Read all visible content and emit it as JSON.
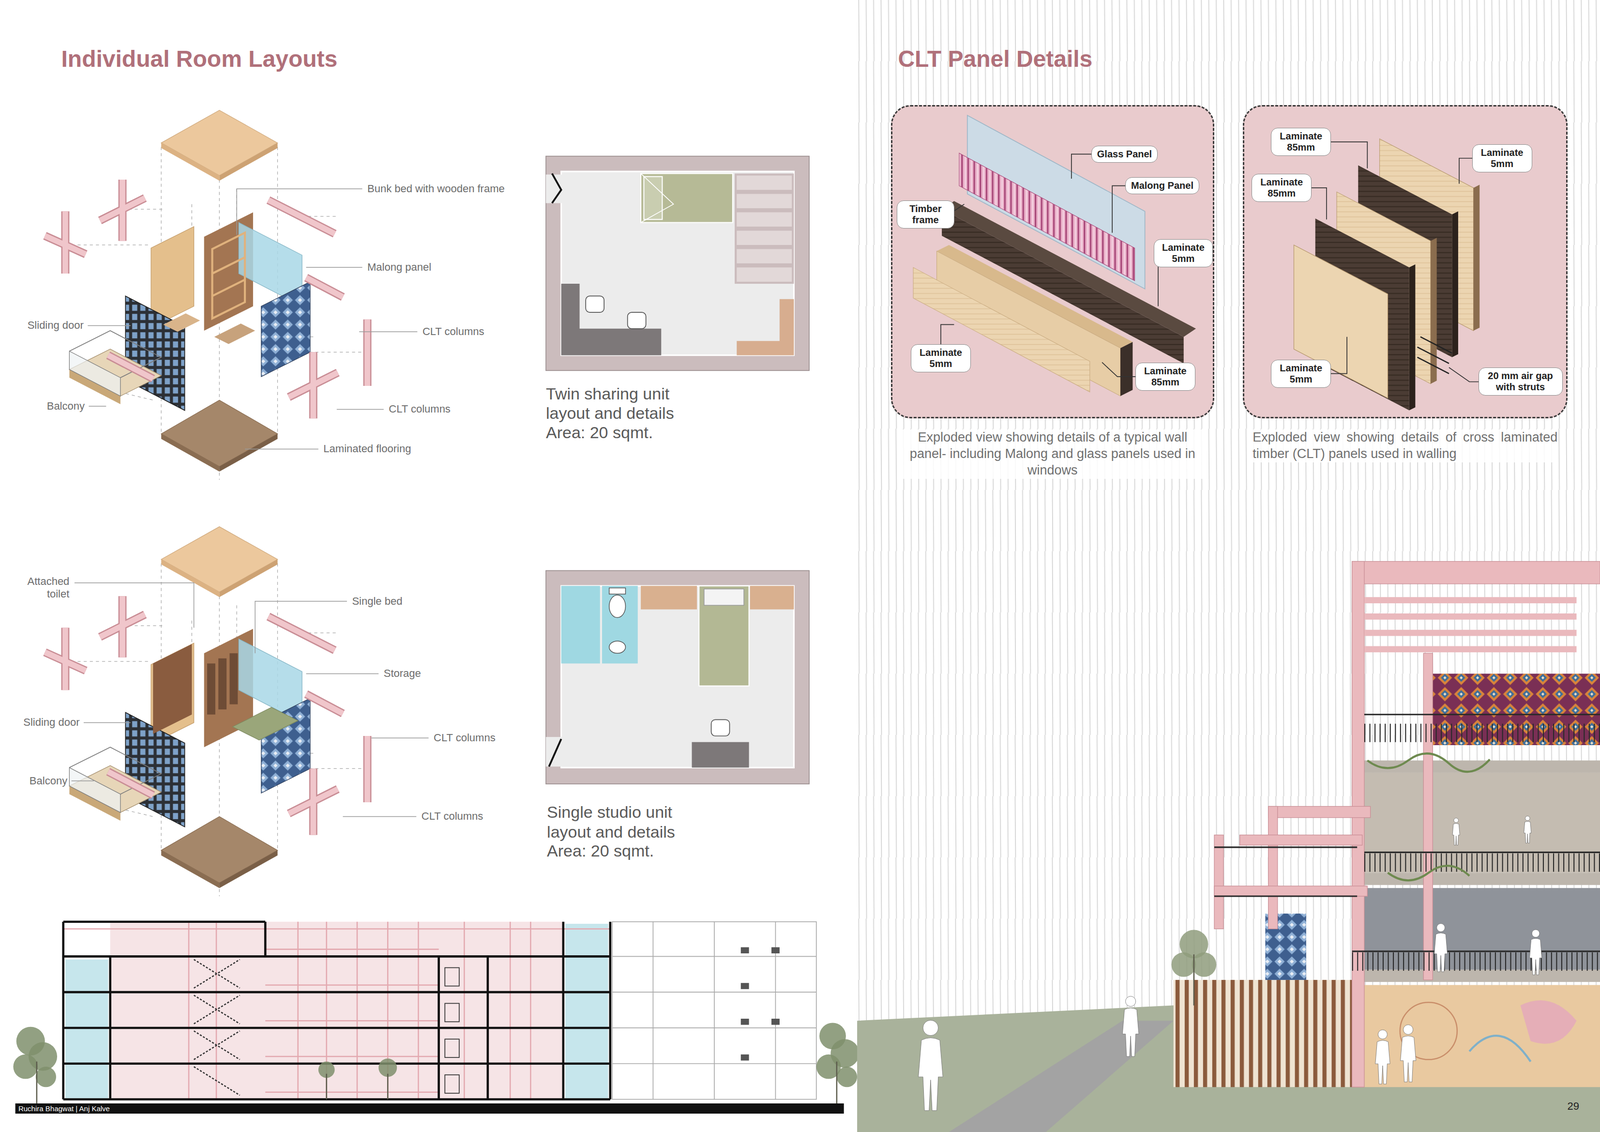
{
  "diagram": {
    "nodes": [
      {
        "text": [
          "Exploded view showing details of a typical wall panel- including Malong and glass panels used in windows"
        ]
      },
      {
        "text": [
          "Glass Panel"
        ],
        "in": 0
      },
      {
        "text": [
          "Malong Panel"
        ],
        "in": 0
      },
      {
        "text": [
          "Timber frame"
        ],
        "in": 0
      },
      {
        "text": [
          "Laminate 5mm"
        ],
        "in": 0
      },
      {
        "text": [
          "Laminate 5mm"
        ],
        "in": 0
      },
      {
        "text": [
          "Laminate 85mm"
        ],
        "in": 0
      },
      {
        "text": [
          "Exploded view showing details of cross laminated timber (CLT) panels used in walling"
        ]
      },
      {
        "text": [
          "Laminate 85mm"
        ],
        "in": 7
      },
      {
        "text": [
          "Laminate 5mm"
        ],
        "in": 7
      },
      {
        "text": [
          "Laminate 85mm"
        ],
        "in": 7
      },
      {
        "text": [
          "Laminate 5mm"
        ],
        "in": 7
      },
      {
        "text": [
          "20 mm air gap with struts"
        ],
        "in": 7
      }
    ],
    "labels": [
      "Individual Room Layouts",
      "Bunk bed with wooden frame",
      "Malong panel",
      "Sliding door",
      "CLT columns",
      "Balcony",
      "CLT columns",
      "Laminated flooring",
      "Twin sharing unit layout and details",
      "Area: 20 sqmt.",
      "Attached toilet",
      "Single bed",
      "Storage",
      "Sliding door",
      "CLT columns",
      "Balcony",
      "CLT columns",
      "Single studio unit layout and details",
      "Area: 20 sqmt.",
      "CLT Panel Details",
      "Ruchira Bhagwat | Anj Kalve",
      "29"
    ]
  }
}
